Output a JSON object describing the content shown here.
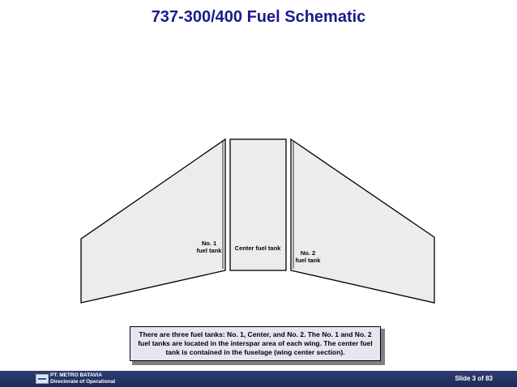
{
  "slide": {
    "title": "737-300/400 Fuel Schematic"
  },
  "tanks": {
    "no1_line1": "No. 1",
    "no1_line2": "fuel tank",
    "center": "Center fuel tank",
    "no2_line1": "No. 2",
    "no2_line2": "fuel tank",
    "fill_color": "#ececec",
    "outline_color": "#000000"
  },
  "info": {
    "text": "There are three fuel tanks: No. 1, Center, and No. 2.  The No. 1 and No. 2 fuel tanks are located in the interspar area of each wing.  The center fuel tank is contained in the fuselage (wing center section)."
  },
  "footer": {
    "company_line1": "PT. METRO BATAVIA",
    "company_line2": "Directorate of Operational",
    "slide_number": "Slide  3 of 83",
    "background": "#2e3f73",
    "logo_icon": "airline-logo-icon"
  }
}
